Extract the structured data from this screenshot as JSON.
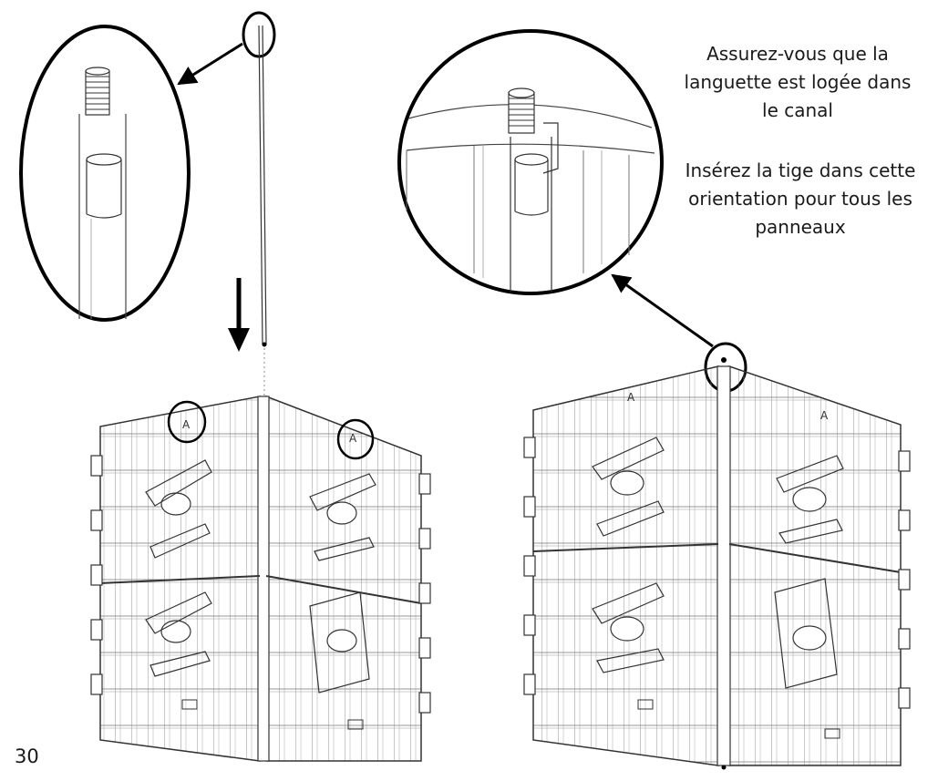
{
  "notes": {
    "tab_in_channel": "Assurez-vous que la languette est logée dans le canal",
    "rod_orientation": "Insérez la tige dans cette orientation pour tous les panneaux"
  },
  "page_number": "30"
}
